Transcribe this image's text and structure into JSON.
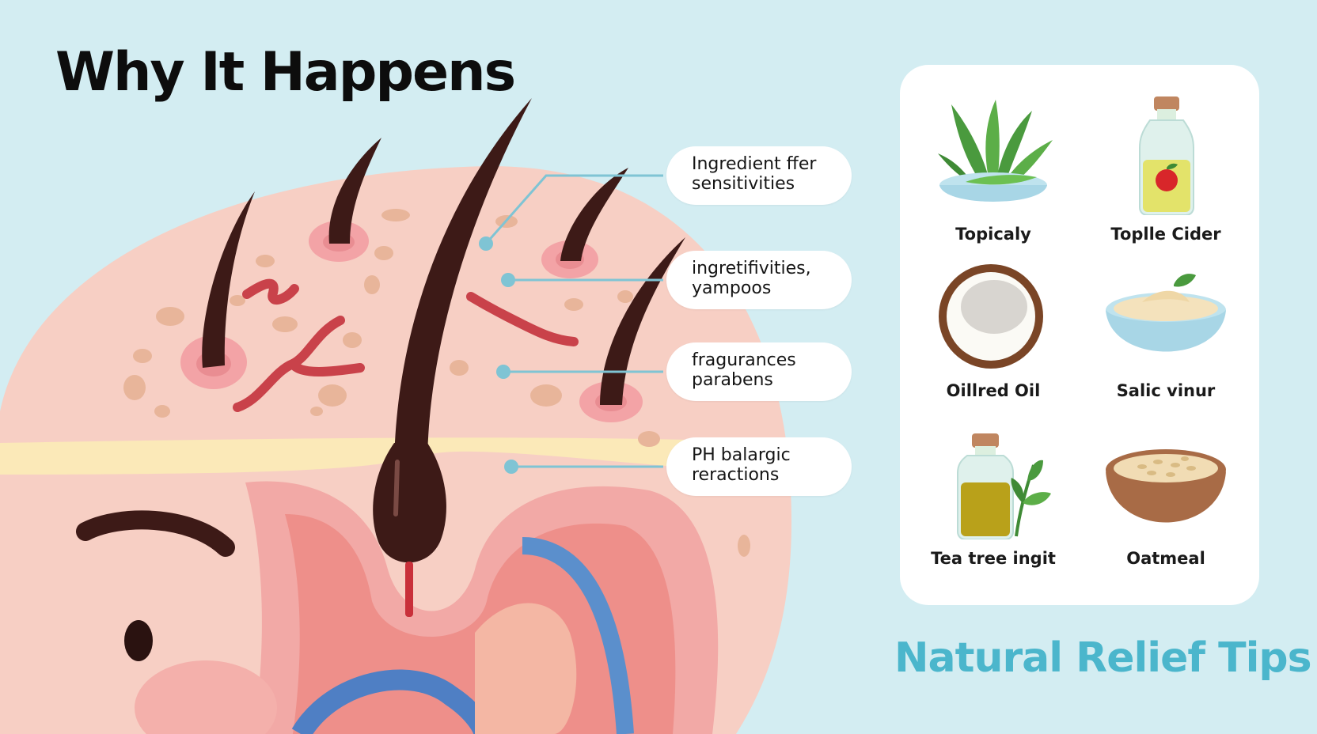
{
  "header": {
    "title": "Why It Happens"
  },
  "causes": [
    {
      "line1": "Ingredient ffer",
      "line2": "sensitivities"
    },
    {
      "line1": "ingretifivities,",
      "line2": "yampoos"
    },
    {
      "line1": "fragurances",
      "line2": "parabens"
    },
    {
      "line1": "PH balargic",
      "line2": "reractions"
    }
  ],
  "tips": {
    "title": "Natural Relief Tips",
    "items": [
      {
        "label": "Topicaly",
        "icon": "aloe-vera-icon"
      },
      {
        "label": "Toplle Cider",
        "icon": "apple-cider-bottle-icon"
      },
      {
        "label": "Oillred Oil",
        "icon": "coconut-icon"
      },
      {
        "label": "Salic vinur",
        "icon": "cream-bowl-icon"
      },
      {
        "label": "Tea tree ingit",
        "icon": "tea-tree-oil-icon"
      },
      {
        "label": "Oatmeal",
        "icon": "oatmeal-bowl-icon"
      }
    ]
  },
  "colors": {
    "background": "#d3edf2",
    "skin": "#f7cfc4",
    "hair": "#3d1a17",
    "accent": "#4bb6cc",
    "leader": "#7fc4d4"
  }
}
